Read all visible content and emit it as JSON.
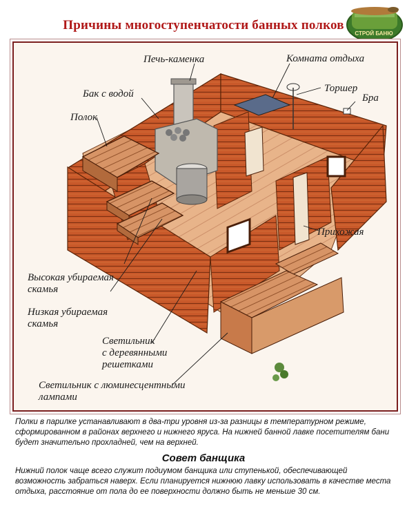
{
  "title": "Причины многоступенчатости банных полков",
  "logo": {
    "text": "СТРОЙ БАНЮ"
  },
  "labels": {
    "pech": "Печь-каменка",
    "bak": "Бак с водой",
    "polok": "Полок",
    "komnata": "Комната отдыха",
    "torsher": "Торшер",
    "bra": "Бра",
    "prihozhaya": "Прихожая",
    "vysokaya_1": "Высокая убираемая",
    "vysokaya_2": "скамья",
    "nizkaya_1": "Низкая убираемая",
    "nizkaya_2": "скамья",
    "svetilnik_1": "Светильник",
    "svetilnik_2": "с деревянными",
    "svetilnik_3": "решетками",
    "lumi_1": "Светильник с люминесцентными",
    "lumi_2": "лампами"
  },
  "paragraph1": "Полки в парилке устанавливают в два-три уровня из-за разницы в температурном режиме, сформированном в районах верхнего и нижнего яруса. На нижней банной лавке посетителям бани будет значительно прохладней, чем на верхней.",
  "subtitle": "Совет банщика",
  "paragraph2": "Нижний полок чаще всего служит подиумом банщика или ступенькой, обеспечивающей возможность забраться наверх. Если планируется нижнюю лавку использовать в качестве места отдыха, расстояние от пола до ее поверхности должно быть не меньше 30 см."
}
